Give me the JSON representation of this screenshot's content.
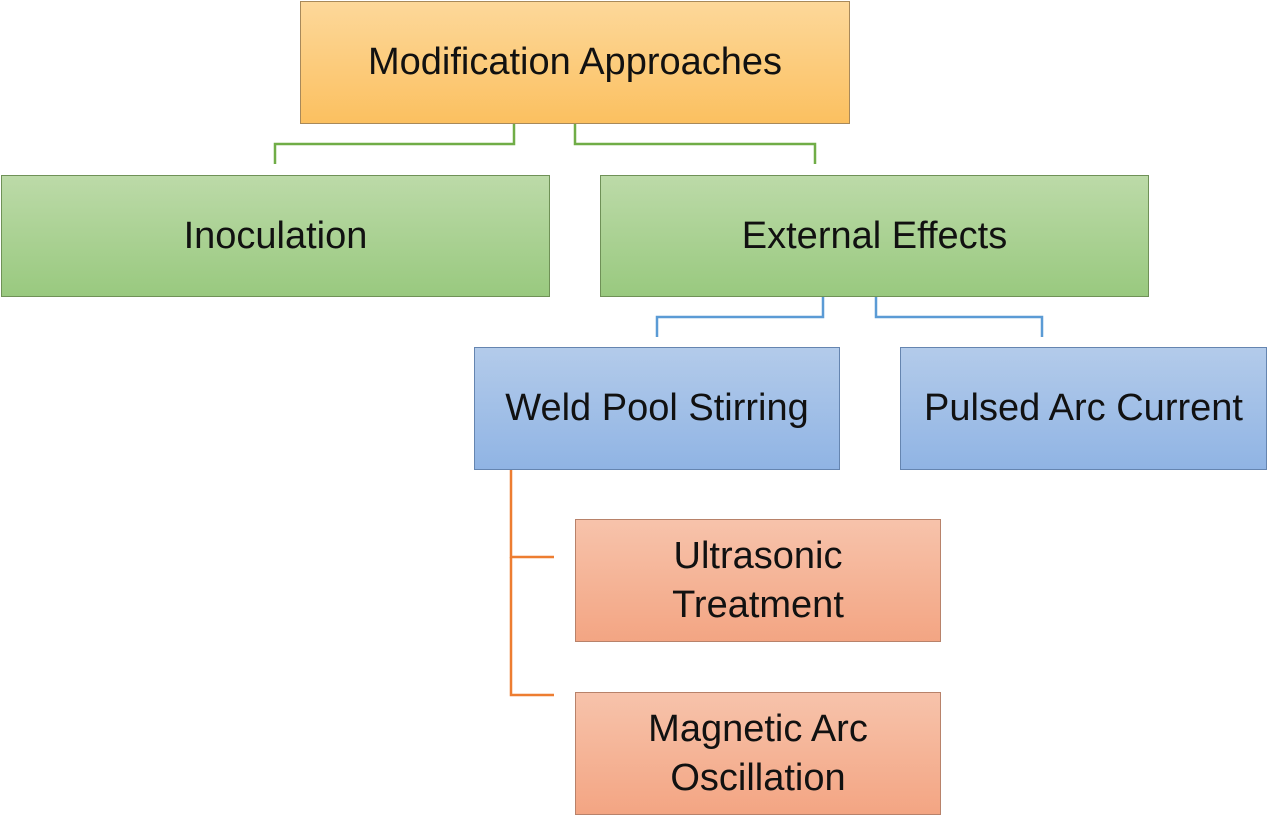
{
  "diagram": {
    "root": {
      "label": "Modification Approaches"
    },
    "level1": [
      {
        "id": "inoculation",
        "label": "Inoculation"
      },
      {
        "id": "external-effects",
        "label": "External Effects"
      }
    ],
    "level2": [
      {
        "id": "weld-pool-stirring",
        "label": "Weld Pool Stirring"
      },
      {
        "id": "pulsed-arc-current",
        "label": "Pulsed Arc Current"
      }
    ],
    "level3": [
      {
        "id": "ultrasonic-treatment",
        "label": "Ultrasonic\nTreatment"
      },
      {
        "id": "magnetic-arc-oscillation",
        "label": "Magnetic Arc\nOscillation"
      }
    ]
  },
  "colors": {
    "root_fill": "#fbc060",
    "level1_fill": "#99c97f",
    "level2_fill": "#90b4e4",
    "level3_fill": "#f3a583",
    "green_connector": "#70ad47",
    "blue_connector": "#5b9bd5",
    "orange_connector": "#ed7d31"
  }
}
